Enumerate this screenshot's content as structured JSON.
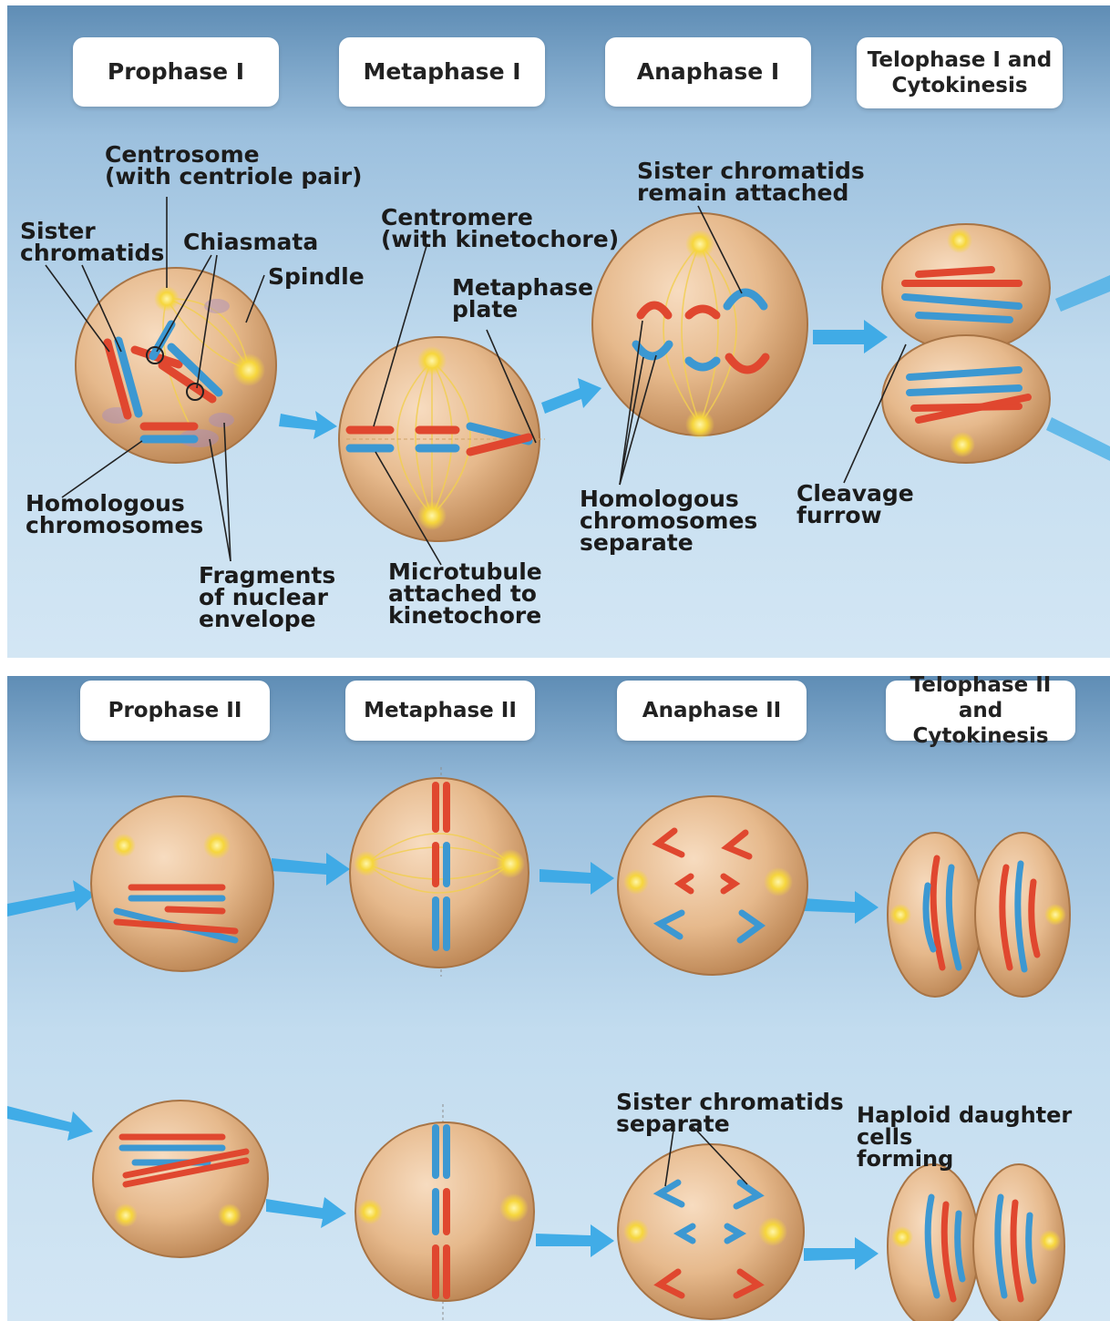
{
  "meiosis_1": {
    "stages": [
      "Prophase I",
      "Metaphase I",
      "Anaphase I",
      "Telophase I and\nCytokinesis"
    ],
    "labels": {
      "centrosome": "Centrosome\n(with centriole pair)",
      "sister_chromatids": "Sister\nchromatids",
      "chiasmata": "Chiasmata",
      "spindle": "Spindle",
      "homologous_chromosomes": "Homologous\nchromosomes",
      "fragments": "Fragments\nof nuclear\nenvelope",
      "centromere": "Centromere\n(with kinetochore)",
      "metaphase_plate": "Metaphase\nplate",
      "microtubule": "Microtubule\nattached to\nkinetochore",
      "sister_remain": "Sister chromatids\nremain attached",
      "homologous_separate": "Homologous\nchromosomes\nseparate",
      "cleavage": "Cleavage\nfurrow"
    }
  },
  "meiosis_2": {
    "stages": [
      "Prophase II",
      "Metaphase II",
      "Anaphase II",
      "Telophase II and\nCytokinesis"
    ],
    "labels": {
      "sister_separate": "Sister chromatids\nseparate",
      "haploid": "Haploid daughter cells\nforming"
    }
  },
  "colors": {
    "cell": "#e2b58a",
    "chromosome_red": "#e0472f",
    "chromosome_blue": "#3c98d2",
    "spindle": "#f2cf52",
    "arrow": "#39a9e6",
    "centrosome": "#f5d33a"
  }
}
